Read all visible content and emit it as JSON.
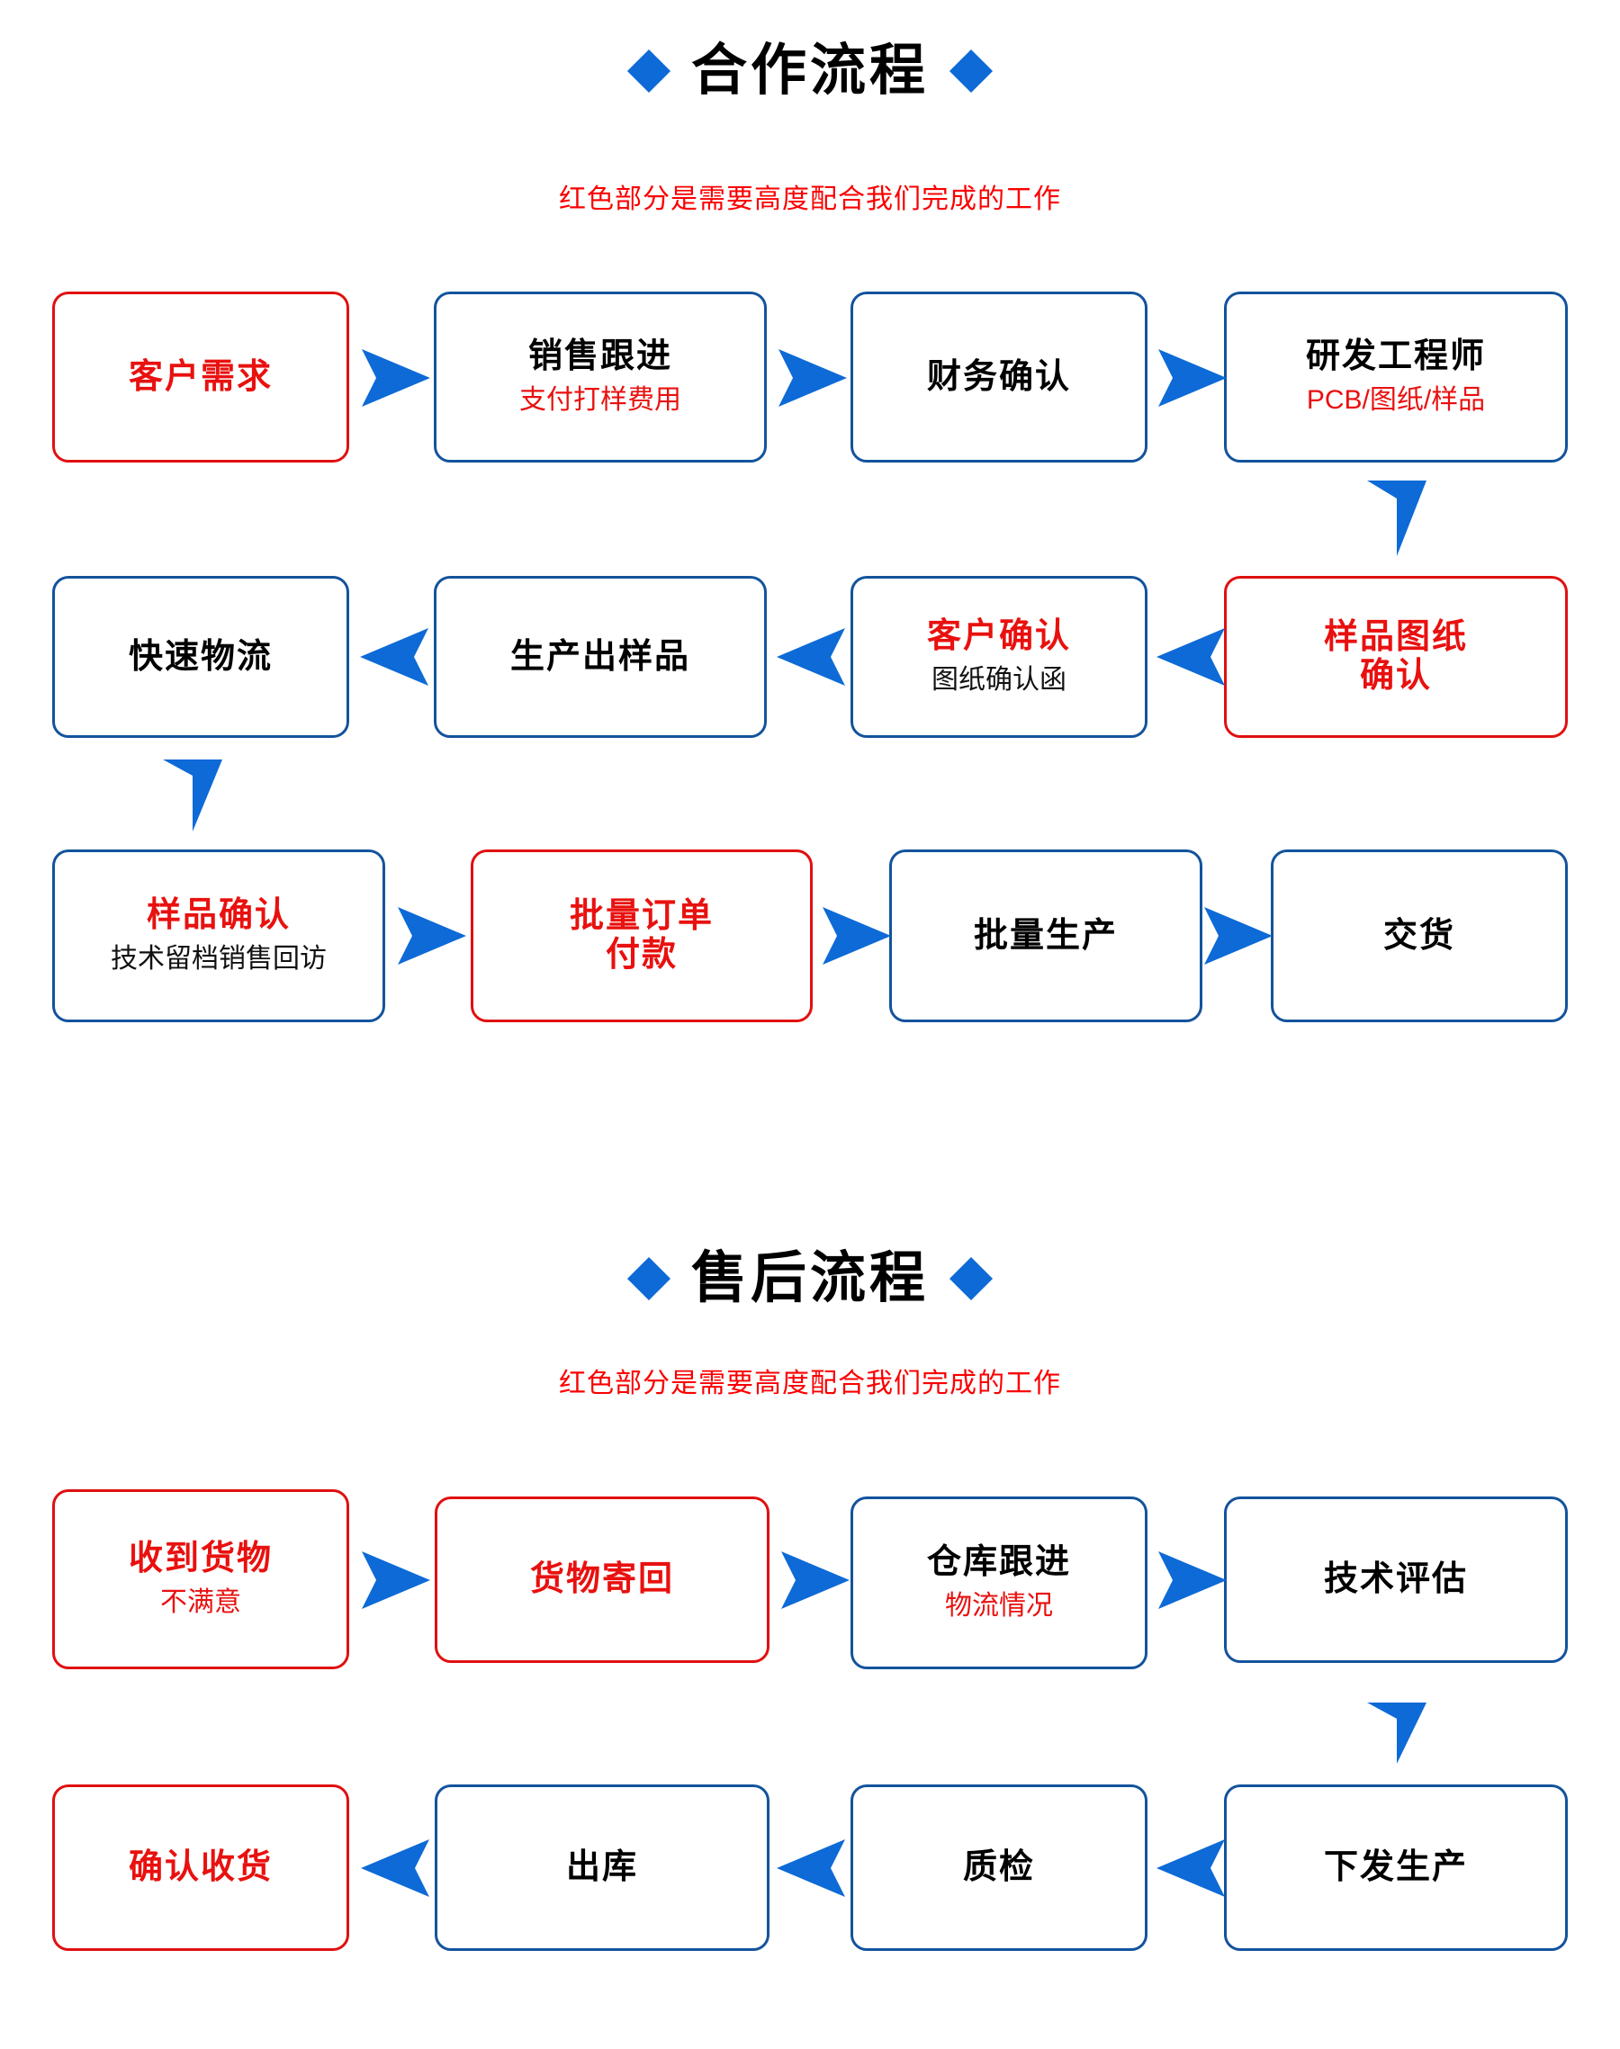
{
  "colors": {
    "blue": "#0d6ad6",
    "box_blue": "#13539c",
    "red": "#e8110f",
    "box_red": "#e01010",
    "black": "#000000",
    "background": "#ffffff"
  },
  "sections": [
    {
      "id": "cooperation",
      "title": "合作流程",
      "subtitle": "红色部分是需要高度配合我们完成的工作",
      "nodes": [
        {
          "id": "customer-demand",
          "main": "客户需求",
          "main_color": "red",
          "sub": "",
          "sub_color": "red",
          "border": "red"
        },
        {
          "id": "sales-follow-up",
          "main": "销售跟进",
          "main_color": "black",
          "sub": "支付打样费用",
          "sub_color": "red",
          "border": "blue"
        },
        {
          "id": "finance-confirm",
          "main": "财务确认",
          "main_color": "black",
          "sub": "",
          "sub_color": "black",
          "border": "blue"
        },
        {
          "id": "rd-engineer",
          "main": "研发工程师",
          "main_color": "black",
          "sub": "PCB/图纸/样品",
          "sub_color": "red",
          "border": "blue"
        },
        {
          "id": "sample-drawing-confirm",
          "main": "样品图纸\n确认",
          "main_color": "red",
          "sub": "",
          "sub_color": "red",
          "border": "red"
        },
        {
          "id": "customer-confirm",
          "main": "客户确认",
          "main_color": "red",
          "sub": "图纸确认函",
          "sub_color": "black",
          "border": "blue"
        },
        {
          "id": "produce-sample",
          "main": "生产出样品",
          "main_color": "black",
          "sub": "",
          "sub_color": "black",
          "border": "blue"
        },
        {
          "id": "fast-logistics",
          "main": "快速物流",
          "main_color": "black",
          "sub": "",
          "sub_color": "black",
          "border": "blue"
        },
        {
          "id": "sample-confirm",
          "main": "样品确认",
          "main_color": "red",
          "sub": "技术留档销售回访",
          "sub_color": "black",
          "border": "blue"
        },
        {
          "id": "bulk-order-payment",
          "main": "批量订单\n付款",
          "main_color": "red",
          "sub": "",
          "sub_color": "red",
          "border": "red"
        },
        {
          "id": "bulk-production",
          "main": "批量生产",
          "main_color": "black",
          "sub": "",
          "sub_color": "black",
          "border": "blue"
        },
        {
          "id": "delivery",
          "main": "交货",
          "main_color": "black",
          "sub": "",
          "sub_color": "black",
          "border": "blue"
        }
      ]
    },
    {
      "id": "after-sales",
      "title": "售后流程",
      "subtitle": "红色部分是需要高度配合我们完成的工作",
      "nodes": [
        {
          "id": "goods-received",
          "main": "收到货物",
          "main_color": "red",
          "sub": "不满意",
          "sub_color": "red",
          "border": "red"
        },
        {
          "id": "goods-returned",
          "main": "货物寄回",
          "main_color": "red",
          "sub": "",
          "sub_color": "red",
          "border": "red"
        },
        {
          "id": "warehouse-follow-up",
          "main": "仓库跟进",
          "main_color": "black",
          "sub": "物流情况",
          "sub_color": "red",
          "border": "blue"
        },
        {
          "id": "technical-assessment",
          "main": "技术评估",
          "main_color": "black",
          "sub": "",
          "sub_color": "black",
          "border": "blue"
        },
        {
          "id": "issue-production",
          "main": "下发生产",
          "main_color": "black",
          "sub": "",
          "sub_color": "black",
          "border": "blue"
        },
        {
          "id": "quality-check",
          "main": "质检",
          "main_color": "black",
          "sub": "",
          "sub_color": "black",
          "border": "blue"
        },
        {
          "id": "outbound",
          "main": "出库",
          "main_color": "black",
          "sub": "",
          "sub_color": "black",
          "border": "blue"
        },
        {
          "id": "confirm-receipt",
          "main": "确认收货",
          "main_color": "red",
          "sub": "",
          "sub_color": "red",
          "border": "red"
        }
      ]
    }
  ],
  "arrows": [
    {
      "id": "a1",
      "direction": "right",
      "from": "customer-demand",
      "to": "sales-follow-up"
    },
    {
      "id": "a2",
      "direction": "right",
      "from": "sales-follow-up",
      "to": "finance-confirm"
    },
    {
      "id": "a3",
      "direction": "right",
      "from": "finance-confirm",
      "to": "rd-engineer"
    },
    {
      "id": "a4",
      "direction": "down",
      "from": "rd-engineer",
      "to": "sample-drawing-confirm"
    },
    {
      "id": "a5",
      "direction": "left",
      "from": "sample-drawing-confirm",
      "to": "customer-confirm"
    },
    {
      "id": "a6",
      "direction": "left",
      "from": "customer-confirm",
      "to": "produce-sample"
    },
    {
      "id": "a7",
      "direction": "left",
      "from": "produce-sample",
      "to": "fast-logistics"
    },
    {
      "id": "a8",
      "direction": "down",
      "from": "fast-logistics",
      "to": "sample-confirm"
    },
    {
      "id": "a9",
      "direction": "right",
      "from": "sample-confirm",
      "to": "bulk-order-payment"
    },
    {
      "id": "a10",
      "direction": "right",
      "from": "bulk-order-payment",
      "to": "bulk-production"
    },
    {
      "id": "a11",
      "direction": "right",
      "from": "bulk-production",
      "to": "delivery"
    },
    {
      "id": "b1",
      "direction": "right",
      "from": "goods-received",
      "to": "goods-returned"
    },
    {
      "id": "b2",
      "direction": "right",
      "from": "goods-returned",
      "to": "warehouse-follow-up"
    },
    {
      "id": "b3",
      "direction": "right",
      "from": "warehouse-follow-up",
      "to": "technical-assessment"
    },
    {
      "id": "b4",
      "direction": "down",
      "from": "technical-assessment",
      "to": "issue-production"
    },
    {
      "id": "b5",
      "direction": "left",
      "from": "issue-production",
      "to": "quality-check"
    },
    {
      "id": "b6",
      "direction": "left",
      "from": "quality-check",
      "to": "outbound"
    },
    {
      "id": "b7",
      "direction": "left",
      "from": "outbound",
      "to": "confirm-receipt"
    }
  ]
}
